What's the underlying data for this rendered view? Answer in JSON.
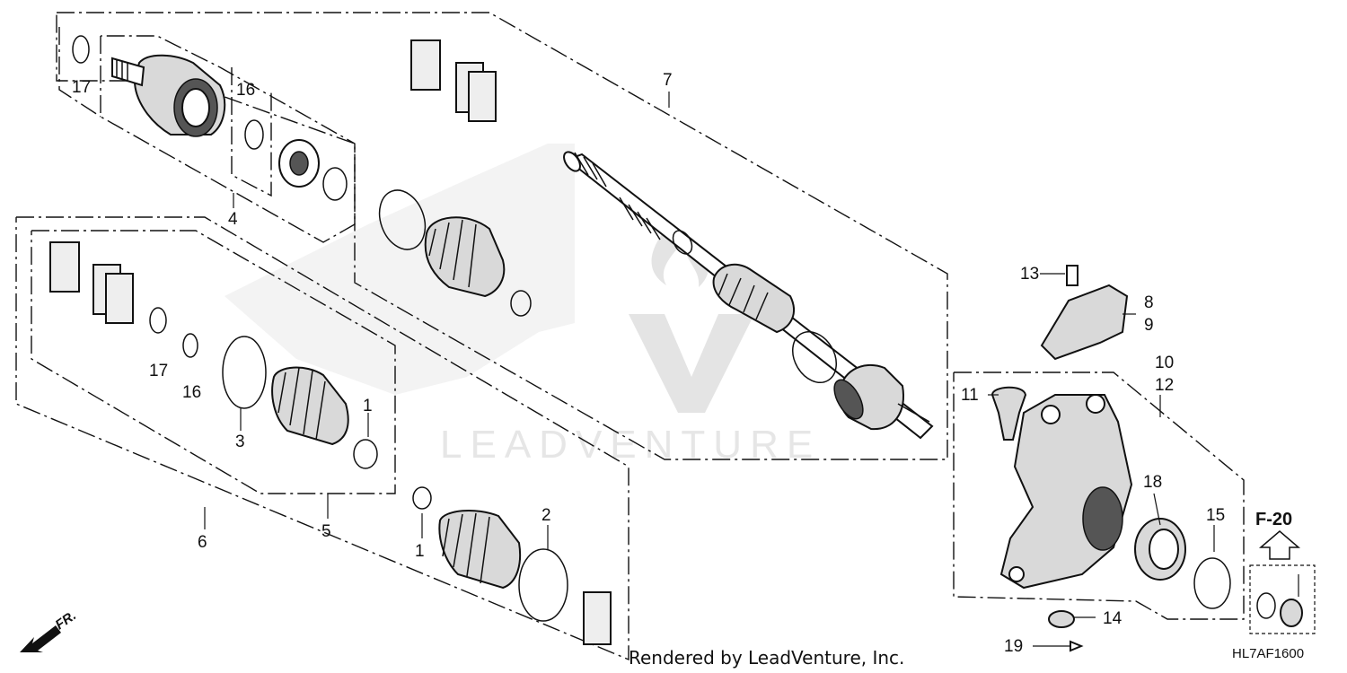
{
  "callouts": [
    "1",
    "1",
    "2",
    "3",
    "4",
    "5",
    "6",
    "7",
    "8",
    "9",
    "10",
    "11",
    "12",
    "13",
    "14",
    "15",
    "16",
    "16",
    "17",
    "17",
    "18",
    "19"
  ],
  "watermark_text": "LEADVENTURE",
  "footer": {
    "rendered_by": "Rendered by LeadVenture, Inc.",
    "diagram_code": "HL7AF1600"
  },
  "ref_box": {
    "label": "F-20"
  },
  "direction": {
    "label": "FR."
  }
}
